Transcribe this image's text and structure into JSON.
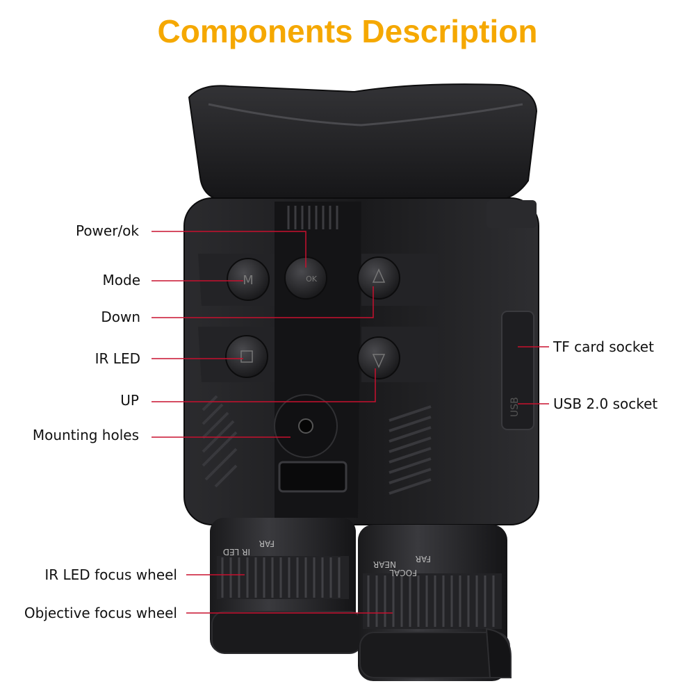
{
  "title": "Components Description",
  "colors": {
    "title": "#f5a800",
    "leader": "#c8102e",
    "body": "#1c1c1e",
    "body_highlight": "#3a3a3d",
    "button": "#2a2a2c"
  },
  "labels": {
    "power_ok": "Power/ok",
    "mode": "Mode",
    "down": "Down",
    "ir_led": "IR LED",
    "up": "UP",
    "mounting_holes": "Mounting holes",
    "tf_card_socket": "TF card socket",
    "usb_socket": "USB 2.0 socket",
    "ir_led_focus_wheel": "IR LED focus wheel",
    "objective_focus_wheel": "Objective focus wheel"
  },
  "device_markings": {
    "button_mode": "M",
    "button_ok": "OK",
    "usb": "USB",
    "ir_lens_far": "FAR",
    "ir_lens_name": "IR LED",
    "obj_lens_far": "FAR",
    "obj_lens_near": "NEAR",
    "obj_lens_name": "FOCAL"
  }
}
